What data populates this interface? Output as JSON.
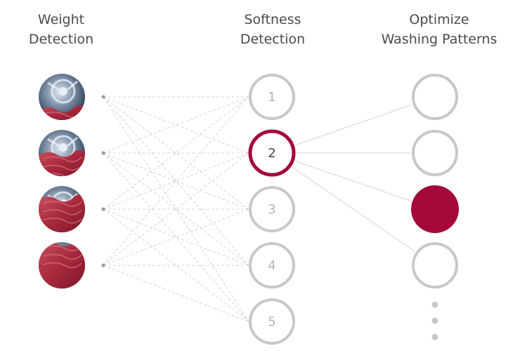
{
  "columns": {
    "weight": {
      "line1": "Weight",
      "line2": "Detection"
    },
    "softness": {
      "line1": "Softness",
      "line2": "Detection"
    },
    "optimize": {
      "line1": "Optimize",
      "line2": "Washing Patterns"
    }
  },
  "weight_levels": [
    {
      "name": "drum-load-1",
      "laundry_fill": 0.25
    },
    {
      "name": "drum-load-2",
      "laundry_fill": 0.5
    },
    {
      "name": "drum-load-3",
      "laundry_fill": 0.75
    },
    {
      "name": "drum-load-4",
      "laundry_fill": 1.0
    }
  ],
  "softness_levels": [
    "1",
    "2",
    "3",
    "4",
    "5"
  ],
  "selected_softness": "2",
  "pattern_count_visible": 4,
  "selected_pattern_index": 2,
  "more_indicator": "ellipsis-vertical",
  "colors": {
    "accent": "#a4093a",
    "inactive_ring": "#c8c8c8",
    "inactive_text": "#b5b5b5",
    "line": "#d3d3d3",
    "dot": "#9a9a9a",
    "title": "#4a4a4a"
  }
}
